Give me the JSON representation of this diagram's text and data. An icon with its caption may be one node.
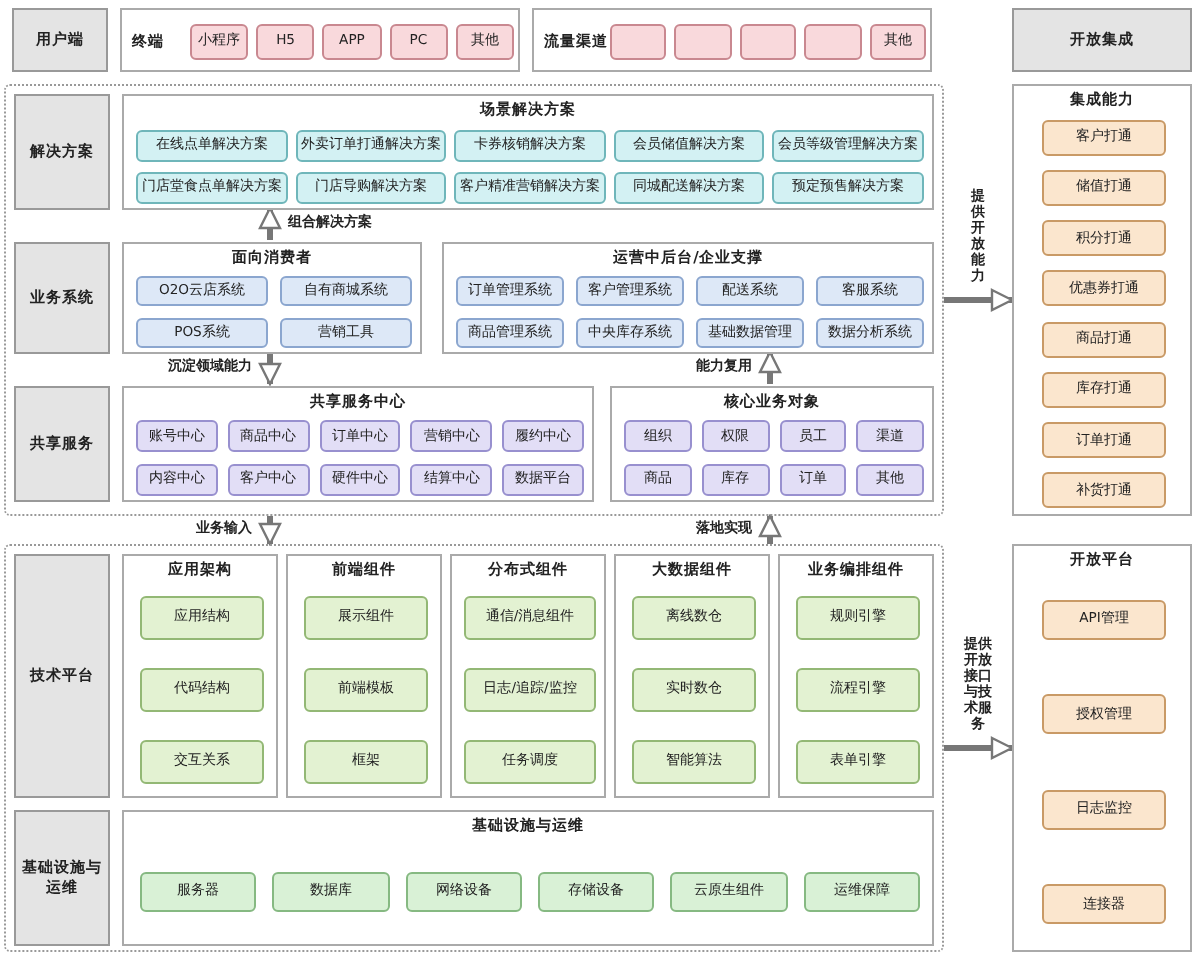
{
  "diagram": {
    "nodes": [
      {
        "text": [
          "用户端"
        ]
      },
      {
        "text": [
          "终端"
        ]
      },
      {
        "text": [
          "小程序"
        ],
        "in": 1
      },
      {
        "text": [
          "H5"
        ],
        "in": 1
      },
      {
        "text": [
          "APP"
        ],
        "in": 1
      },
      {
        "text": [
          "PC"
        ],
        "in": 1
      },
      {
        "text": [
          "其他"
        ],
        "in": 1
      },
      {
        "text": [
          "流量渠道"
        ]
      },
      {
        "text": [],
        "shape": "box",
        "in": 7
      },
      {
        "text": [],
        "shape": "box",
        "in": 7
      },
      {
        "text": [],
        "shape": "box",
        "in": 7
      },
      {
        "text": [],
        "shape": "box",
        "in": 7
      },
      {
        "text": [
          "其他"
        ],
        "in": 7
      },
      {
        "text": [],
        "shape": "box"
      },
      {
        "text": [
          "解决方案"
        ],
        "in": 13
      },
      {
        "text": [
          "场景解决方案"
        ],
        "in": 13
      },
      {
        "text": [
          "在线点单解决方案"
        ],
        "in": 15
      },
      {
        "text": [
          "外卖订单打通解决方案"
        ],
        "in": 15
      },
      {
        "text": [
          "卡券核销解决方案"
        ],
        "in": 15
      },
      {
        "text": [
          "会员储值解决方案"
        ],
        "in": 15
      },
      {
        "text": [
          "会员等级管理解决方案"
        ],
        "in": 15
      },
      {
        "text": [
          "门店堂食点单解决方案"
        ],
        "in": 15
      },
      {
        "text": [
          "门店导购解决方案"
        ],
        "in": 15
      },
      {
        "text": [
          "客户精准营销解决方案"
        ],
        "in": 15
      },
      {
        "text": [
          "同城配送解决方案"
        ],
        "in": 15
      },
      {
        "text": [
          "预定预售解决方案"
        ],
        "in": 15
      },
      {
        "text": [
          "业务系统"
        ],
        "in": 13
      },
      {
        "text": [
          "面向消费者"
        ],
        "in": 13
      },
      {
        "text": [
          "O2O云店系统"
        ],
        "in": 27
      },
      {
        "text": [
          "自有商城系统"
        ],
        "in": 27
      },
      {
        "text": [
          "POS系统"
        ],
        "in": 27
      },
      {
        "text": [
          "营销工具"
        ],
        "in": 27
      },
      {
        "text": [
          "运营中后台/企业支撑"
        ],
        "in": 13
      },
      {
        "text": [
          "订单管理系统"
        ],
        "in": 32
      },
      {
        "text": [
          "客户管理系统"
        ],
        "in": 32
      },
      {
        "text": [
          "配送系统"
        ],
        "in": 32
      },
      {
        "text": [
          "客服系统"
        ],
        "in": 32
      },
      {
        "text": [
          "商品管理系统"
        ],
        "in": 32
      },
      {
        "text": [
          "中央库存系统"
        ],
        "in": 32
      },
      {
        "text": [
          "基础数据管理"
        ],
        "in": 32
      },
      {
        "text": [
          "数据分析系统"
        ],
        "in": 32
      },
      {
        "text": [
          "共享服务"
        ],
        "in": 13
      },
      {
        "text": [
          "共享服务中心"
        ],
        "in": 13
      },
      {
        "text": [
          "账号中心"
        ],
        "in": 42
      },
      {
        "text": [
          "商品中心"
        ],
        "in": 42
      },
      {
        "text": [
          "订单中心"
        ],
        "in": 42
      },
      {
        "text": [
          "营销中心"
        ],
        "in": 42
      },
      {
        "text": [
          "履约中心"
        ],
        "in": 42
      },
      {
        "text": [
          "内容中心"
        ],
        "in": 42
      },
      {
        "text": [
          "客户中心"
        ],
        "in": 42
      },
      {
        "text": [
          "硬件中心"
        ],
        "in": 42
      },
      {
        "text": [
          "结算中心"
        ],
        "in": 42
      },
      {
        "text": [
          "数据平台"
        ],
        "in": 42
      },
      {
        "text": [
          "核心业务对象"
        ],
        "in": 13
      },
      {
        "text": [
          "组织"
        ],
        "in": 53
      },
      {
        "text": [
          "权限"
        ],
        "in": 53
      },
      {
        "text": [
          "员工"
        ],
        "in": 53
      },
      {
        "text": [
          "渠道"
        ],
        "in": 53
      },
      {
        "text": [
          "商品"
        ],
        "in": 53
      },
      {
        "text": [
          "库存"
        ],
        "in": 53
      },
      {
        "text": [
          "订单"
        ],
        "in": 53
      },
      {
        "text": [
          "其他"
        ],
        "in": 53
      },
      {
        "text": [],
        "shape": "box"
      },
      {
        "text": [
          "技术平台"
        ],
        "in": 62
      },
      {
        "text": [
          "应用架构"
        ],
        "in": 62
      },
      {
        "text": [
          "应用结构"
        ],
        "in": 64
      },
      {
        "text": [
          "代码结构"
        ],
        "in": 64
      },
      {
        "text": [
          "交互关系"
        ],
        "in": 64
      },
      {
        "text": [
          "前端组件"
        ],
        "in": 62
      },
      {
        "text": [
          "展示组件"
        ],
        "in": 68
      },
      {
        "text": [
          "前端模板"
        ],
        "in": 68
      },
      {
        "text": [
          "框架"
        ],
        "in": 68
      },
      {
        "text": [
          "分布式组件"
        ],
        "in": 62
      },
      {
        "text": [
          "通信/消息组件"
        ],
        "in": 72
      },
      {
        "text": [
          "日志/追踪/监控"
        ],
        "in": 72
      },
      {
        "text": [
          "任务调度"
        ],
        "in": 72
      },
      {
        "text": [
          "大数据组件"
        ],
        "in": 62
      },
      {
        "text": [
          "离线数仓"
        ],
        "in": 76
      },
      {
        "text": [
          "实时数仓"
        ],
        "in": 76
      },
      {
        "text": [
          "智能算法"
        ],
        "in": 76
      },
      {
        "text": [
          "业务编排组件"
        ],
        "in": 62
      },
      {
        "text": [
          "规则引擎"
        ],
        "in": 80
      },
      {
        "text": [
          "流程引擎"
        ],
        "in": 80
      },
      {
        "text": [
          "表单引擎"
        ],
        "in": 80
      },
      {
        "text": [
          "基础设施与运维"
        ],
        "in": 62
      },
      {
        "text": [
          "基础设施与运维"
        ],
        "in": 62
      },
      {
        "text": [
          "服务器"
        ],
        "in": 85
      },
      {
        "text": [
          "数据库"
        ],
        "in": 85
      },
      {
        "text": [
          "网络设备"
        ],
        "in": 85
      },
      {
        "text": [
          "存储设备"
        ],
        "in": 85
      },
      {
        "text": [
          "云原生组件"
        ],
        "in": 85
      },
      {
        "text": [
          "运维保障"
        ],
        "in": 85
      },
      {
        "text": [
          "开放集成"
        ]
      },
      {
        "text": [
          "集成能力"
        ]
      },
      {
        "text": [
          "客户打通"
        ],
        "in": 93
      },
      {
        "text": [
          "储值打通"
        ],
        "in": 93
      },
      {
        "text": [
          "积分打通"
        ],
        "in": 93
      },
      {
        "text": [
          "优惠券打通"
        ],
        "in": 93
      },
      {
        "text": [
          "商品打通"
        ],
        "in": 93
      },
      {
        "text": [
          "库存打通"
        ],
        "in": 93
      },
      {
        "text": [
          "订单打通"
        ],
        "in": 93
      },
      {
        "text": [
          "补货打通"
        ],
        "in": 93
      },
      {
        "text": [
          "开放平台"
        ]
      },
      {
        "text": [
          "API管理"
        ],
        "in": 102
      },
      {
        "text": [
          "授权管理"
        ],
        "in": 102
      },
      {
        "text": [
          "日志监控"
        ],
        "in": 102
      },
      {
        "text": [
          "连接器"
        ],
        "in": 102
      }
    ],
    "edges": [
      {
        "from": 27,
        "to": 15,
        "arrow": "to",
        "label": "组合解决方案"
      },
      {
        "from": 27,
        "to": 42,
        "arrow": "to",
        "label": "沉淀领域能力"
      },
      {
        "from": 53,
        "to": 32,
        "arrow": "to",
        "label": "能力复用"
      },
      {
        "from": 13,
        "to": 62,
        "arrow": "to",
        "label": "业务输入"
      },
      {
        "from": 62,
        "to": 13,
        "arrow": "to",
        "label": "落地实现"
      },
      {
        "from": 13,
        "to": 93,
        "arrow": "to",
        "label": "提供开放能力"
      },
      {
        "from": 62,
        "to": 102,
        "arrow": "to",
        "label": "提供开放接口与技术服务"
      }
    ]
  }
}
